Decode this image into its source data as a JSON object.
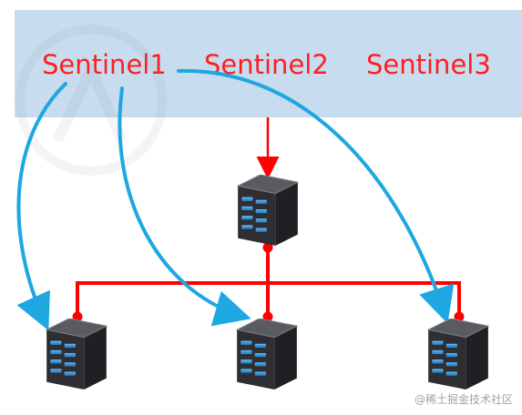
{
  "sentinels": [
    {
      "label": "Sentinel1"
    },
    {
      "label": "Sentinel2"
    },
    {
      "label": "Sentinel3"
    }
  ],
  "watermark": "@稀土掘金技术社区",
  "colors": {
    "banner": "#c7dcef",
    "sentinel_text": "#ff1f1f",
    "red_line": "#ff0000",
    "blue_arrow": "#1ea7e1",
    "server_body": "#2f2f33",
    "server_light": "#2e8fd8"
  },
  "icons": {
    "master_server": "server-icon",
    "replica_server": "server-icon"
  }
}
